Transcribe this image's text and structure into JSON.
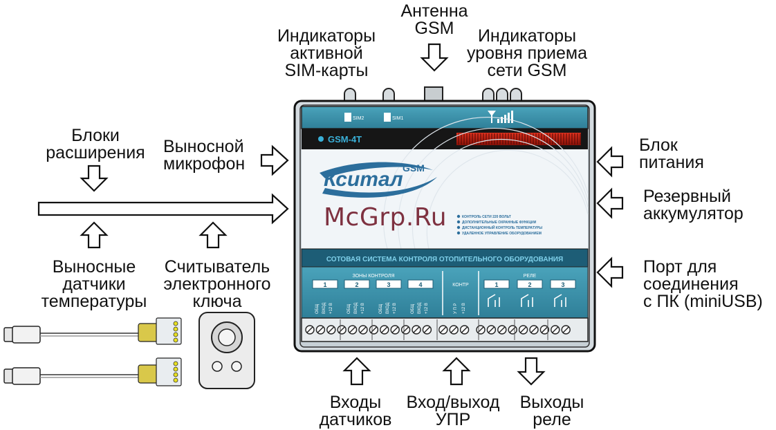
{
  "labels": {
    "antenna": [
      "Антенна",
      "GSM"
    ],
    "sim_indicators": [
      "Индикаторы",
      "активной",
      "SIM-карты"
    ],
    "gsm_level": [
      "Индикаторы",
      "уровня приема",
      "сети GSM"
    ],
    "expansion": [
      "Блоки",
      "расширения"
    ],
    "microphone": [
      "Выносной",
      "микрофон"
    ],
    "power": [
      "Блок",
      "питания"
    ],
    "battery": [
      "Резервный",
      "аккумулятор"
    ],
    "usb_port": [
      "Порт для",
      "соединения",
      "с ПК (miniUSB)"
    ],
    "temp_sensors": [
      "Выносные",
      "датчики",
      "температуры"
    ],
    "key_reader": [
      "Считыватель",
      "электронного",
      "ключа"
    ],
    "sensor_inputs": [
      "Входы",
      "датчиков"
    ],
    "upr_io": [
      "Вход/выход",
      "УПР"
    ],
    "relay_outputs": [
      "Выходы",
      "реле"
    ]
  },
  "device": {
    "sim2": "SIM2",
    "sim1": "SIM1",
    "model": "GSM-4T",
    "brand": "Кситал",
    "brand_suffix": "GSM",
    "features": [
      "КОНТРОЛЬ СЕТИ 220 ВОЛЬТ",
      "ДОПОЛНИТЕЛЬНЫЕ ОХРАННЫЕ ФУНКЦИИ",
      "ДИСТАНЦИОННЫЙ КОНТРОЛЬ ТЕМПЕРАТУРЫ",
      "УДАЛЕННОЕ УПРАВЛЕНИЕ ОБОРУДОВАНИЕМ"
    ],
    "slogan": "СОТОВАЯ СИСТЕМА КОНТРОЛЯ ОТОПИТЕЛЬНОГО ОБОРУДОВАНИЯ",
    "zones_title": "ЗОНЫ КОНТРОЛЯ",
    "zones": [
      "1",
      "2",
      "3",
      "4"
    ],
    "zone_pins": [
      "ОБЩ",
      "ВХОД",
      "+12 В"
    ],
    "ctrl_title": "КОНТР",
    "ctrl_pins": [
      "У П Р",
      "+12 В"
    ],
    "relay_title": "РЕЛЕ",
    "relays": [
      "1",
      "2",
      "3"
    ]
  },
  "watermark": "McGrp.Ru",
  "colors": {
    "panel": "#3a8fa8",
    "panel_dark": "#1d5d76",
    "body": "#d5dde2",
    "strip": "#1a1a1a",
    "led": "#c8201f",
    "white_panel": "#f4f7f9"
  }
}
